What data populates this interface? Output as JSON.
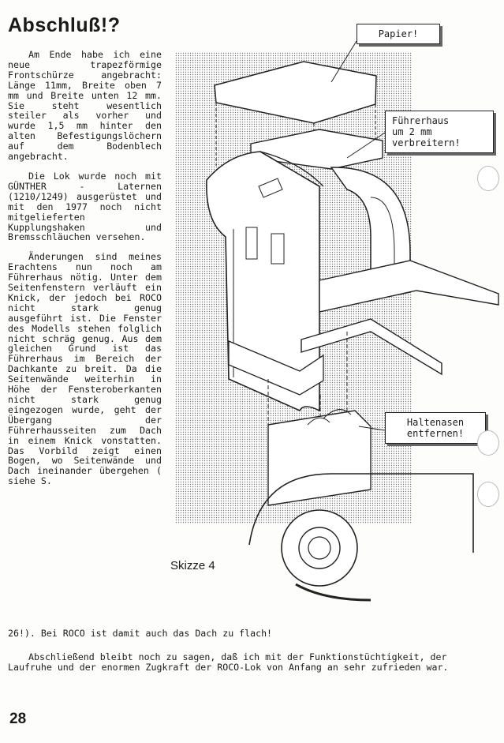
{
  "article": {
    "title": "Abschluß!?",
    "paragraphs": [
      "Am Ende habe ich eine neue trapezförmige Frontschürze angebracht: Länge 11mm, Breite oben 7 mm und Breite unten 12 mm. Sie steht wesentlich steiler als vorher und wurde 1,5 mm hinter den alten Befestigungslöchern auf dem Bodenblech angebracht.",
      "Die Lok wurde noch mit GÜNTHER - Laternen (1210/1249) ausgerüstet und mit den 1977 noch nicht mitgelieferten Kupplungshaken und Bremsschläuchen versehen.",
      "Änderungen sind meines Erachtens nun noch am Führerhaus nötig. Unter dem Seitenfenstern verläuft ein Knick, der jedoch bei ROCO nicht stark genug ausgeführt ist. Die Fenster des Modells stehen folglich nicht schräg genug. Aus dem gleichen Grund ist das Führerhaus im Bereich der Dachkante zu breit. Da die Seitenwände weiterhin in Höhe der Fensteroberkanten nicht stark genug eingezogen wurde, geht der Übergang der Führerhausseiten zum Dach in einem Knick vonstatten. Das Vorbild zeigt einen Bogen, wo Seitenwände und Dach ineinander übergehen ( siehe S."
    ],
    "paragraph_tail": "26!). Bei ROCO ist damit auch das Dach zu flach!",
    "closing": "Abschließend bleibt noch zu sagen, daß ich mit der Funktionstüchtigkeit, der Laufruhe und der enormen Zugkraft der ROCO-Lok von Anfang an sehr zufrieden war."
  },
  "figure": {
    "caption": "Skizze 4",
    "callouts": {
      "paper": "Papier!",
      "cab_line1": "Führerhaus",
      "cab_line2": "um 2 mm",
      "cab_line3": "verbreitern!",
      "tabs_line1": "Haltenasen",
      "tabs_line2": "entfernen!"
    }
  },
  "page_number": "28"
}
